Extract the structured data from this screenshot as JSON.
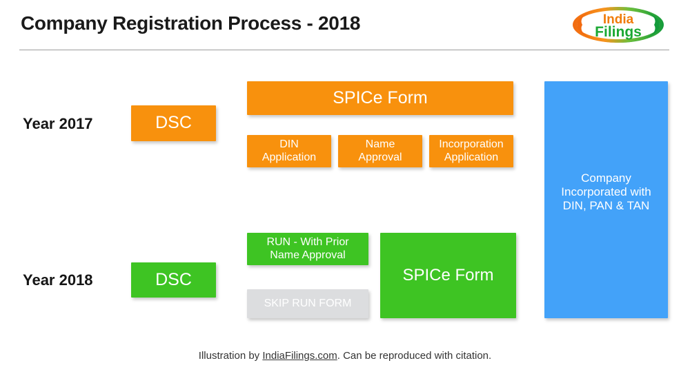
{
  "header": {
    "title": "Company Registration Process - 2018",
    "logo": {
      "name": "indiafilings-logo",
      "line1": "India",
      "line2": "Filings",
      "color_line1": "#f07c0a",
      "color_line2": "#1aa832",
      "ring_left_color": "#f26a0f",
      "ring_right_color": "#1fa83a"
    }
  },
  "colors": {
    "orange": "#f8910d",
    "green": "#3ec423",
    "blue": "#43a2f9",
    "gray": "#dcdddf",
    "rule": "#9b9b9b"
  },
  "rows": {
    "y2017": {
      "label": "Year 2017",
      "dsc": "DSC",
      "spice": "SPICe Form",
      "steps": [
        {
          "label": "DIN\nApplication",
          "line1": "DIN",
          "line2": "Application"
        },
        {
          "label": "Name\nApproval",
          "line1": "Name",
          "line2": "Approval"
        },
        {
          "label": "Incorporation\nApplication",
          "line1": "Incorporation",
          "line2": "Application"
        }
      ]
    },
    "y2018": {
      "label": "Year 2018",
      "dsc": "DSC",
      "run_line1": "RUN - With Prior",
      "run_line2": "Name Approval",
      "skip_run": "SKIP RUN FORM",
      "spice": "SPICe Form"
    }
  },
  "outcome": {
    "line1": "Company",
    "line2": "Incorporated with",
    "line3": "DIN, PAN & TAN"
  },
  "footer": {
    "prefix": "Illustration by ",
    "link": "IndiaFilings.com",
    "suffix": ". Can be reproduced with citation."
  }
}
